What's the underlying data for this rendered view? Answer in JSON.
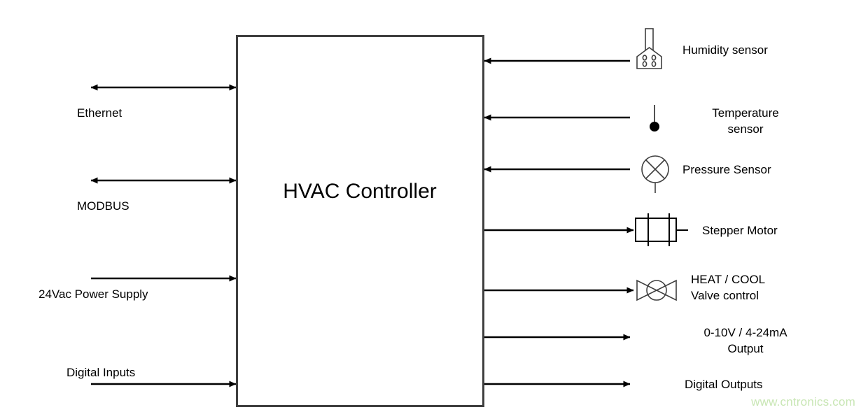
{
  "diagram": {
    "title": "HVAC Controller",
    "watermark": "www.cntronics.com",
    "accent_color": "#000000",
    "watermark_color": "#c8e6b4",
    "background_color": "#ffffff",
    "left_ports": [
      {
        "label": "Ethernet",
        "direction": "bidirectional"
      },
      {
        "label": "MODBUS",
        "direction": "bidirectional"
      },
      {
        "label": "24Vac Power Supply",
        "direction": "input"
      },
      {
        "label": "Digital Inputs",
        "direction": "input"
      }
    ],
    "right_ports": [
      {
        "label": "Humidity sensor",
        "direction": "input",
        "icon": "humidity-sensor-icon"
      },
      {
        "label": "Temperature\nsensor",
        "direction": "input",
        "icon": "temperature-sensor-icon"
      },
      {
        "label": "Pressure Sensor",
        "direction": "input",
        "icon": "pressure-sensor-icon"
      },
      {
        "label": "Stepper Motor",
        "direction": "output",
        "icon": "stepper-motor-icon"
      },
      {
        "label": "HEAT / COOL\nValve control",
        "direction": "output",
        "icon": "valve-icon"
      },
      {
        "label": "0-10V / 4-24mA\nOutput",
        "direction": "output",
        "icon": "none"
      },
      {
        "label": "Digital Outputs",
        "direction": "output",
        "icon": "none"
      }
    ]
  }
}
